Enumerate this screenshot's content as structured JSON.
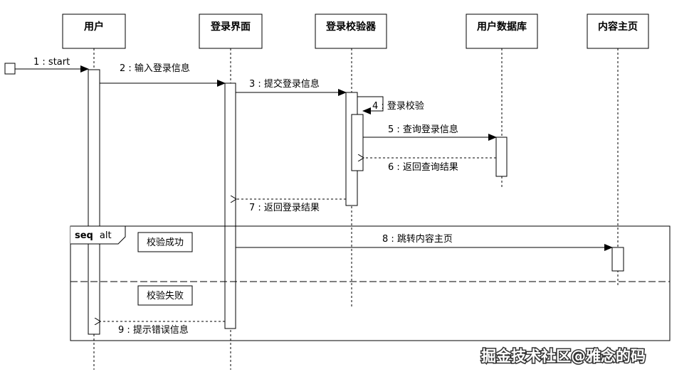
{
  "participants": [
    {
      "id": "user",
      "label": "用户"
    },
    {
      "id": "login_ui",
      "label": "登录界面"
    },
    {
      "id": "validator",
      "label": "登录校验器"
    },
    {
      "id": "user_db",
      "label": "用户数据库"
    },
    {
      "id": "home",
      "label": "内容主页"
    }
  ],
  "messages": [
    {
      "id": "m1",
      "label": "1 : start",
      "from": "start",
      "to": "user",
      "kind": "sync"
    },
    {
      "id": "m2",
      "label": "2 : 输入登录信息",
      "from": "user",
      "to": "login_ui",
      "kind": "sync"
    },
    {
      "id": "m3",
      "label": "3 : 提交登录信息",
      "from": "login_ui",
      "to": "validator",
      "kind": "sync"
    },
    {
      "id": "m4",
      "label": "4 : 登录校验",
      "from": "validator",
      "to": "validator",
      "kind": "self"
    },
    {
      "id": "m5",
      "label": "5 : 查询登录信息",
      "from": "validator",
      "to": "user_db",
      "kind": "sync"
    },
    {
      "id": "m6",
      "label": "6 : 返回查询结果",
      "from": "user_db",
      "to": "validator",
      "kind": "return"
    },
    {
      "id": "m7",
      "label": "7 : 返回登录结果",
      "from": "validator",
      "to": "login_ui",
      "kind": "return"
    },
    {
      "id": "m8",
      "label": "8 : 跳转内容主页",
      "from": "login_ui",
      "to": "home",
      "kind": "sync"
    },
    {
      "id": "m9",
      "label": "9 : 提示错误信息",
      "from": "login_ui",
      "to": "user",
      "kind": "return"
    }
  ],
  "frame": {
    "keyword": "seq",
    "operator": "alt",
    "guards": [
      "校验成功",
      "校验失败"
    ]
  },
  "watermark": "掘金技术社区@雅念的码",
  "colors": {
    "line": "#000000",
    "background": "#ffffff"
  }
}
